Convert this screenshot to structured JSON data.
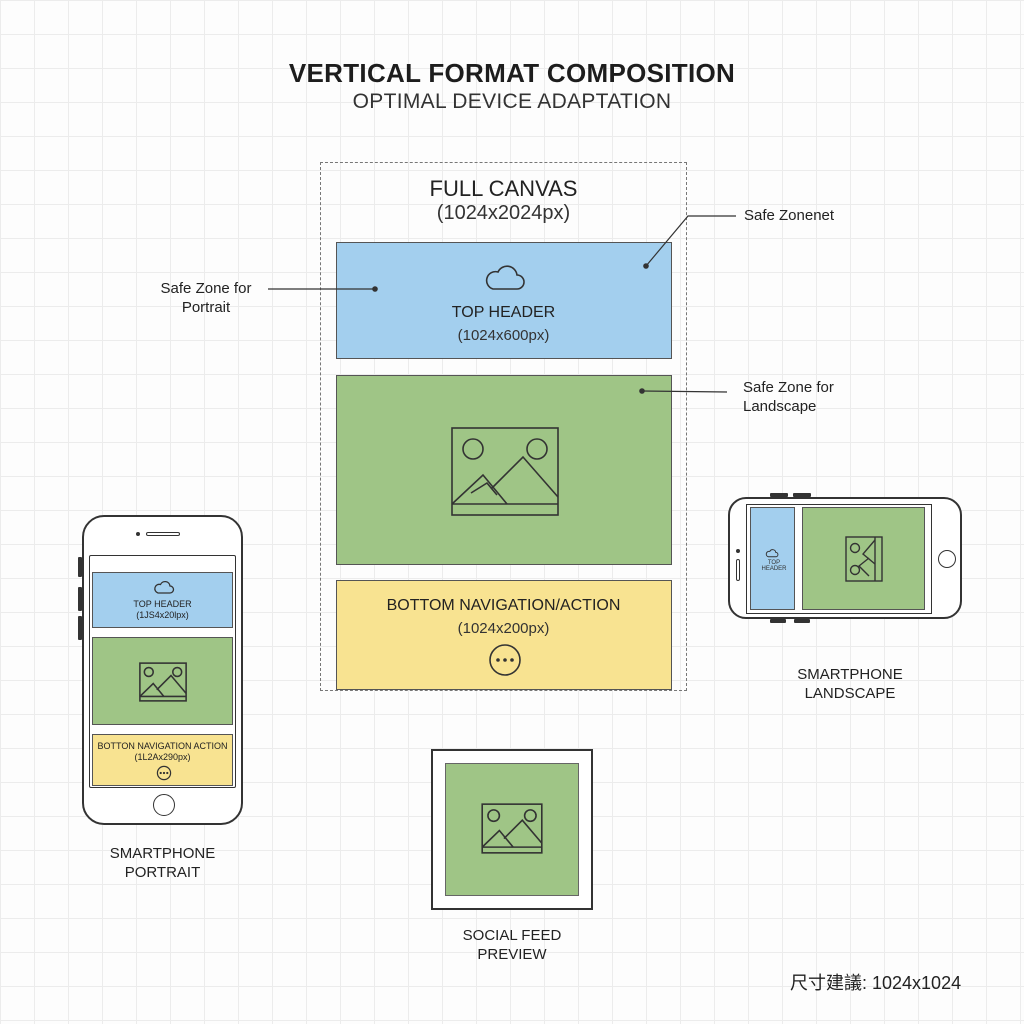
{
  "title": "VERTICAL FORMAT COMPOSITION",
  "subtitle": "OPTIMAL DEVICE ADAPTATION",
  "canvas": {
    "title": "FULL CANVAS",
    "size": "(1024x2024px)"
  },
  "zones": {
    "header": {
      "label": "TOP HEADER",
      "size": "(1024x600px)",
      "icon": "cloud-icon",
      "color": "#a3cfee"
    },
    "content": {
      "icon": "image-placeholder-icon",
      "color": "#9fc586"
    },
    "bottom": {
      "label": "BOTTOM NAVIGATION/ACTION",
      "size": "(1024x200px)",
      "icon": "more-options-icon",
      "color": "#f8e391"
    }
  },
  "annotations": {
    "portrait": [
      "Safe Zone for",
      "Portrait"
    ],
    "net": "Safe Zonenet",
    "landscape": [
      "Safe Zone for",
      "Landscape"
    ]
  },
  "devices": {
    "portrait": {
      "caption": [
        "SMARTPHONE",
        "PORTRAIT"
      ],
      "header_label": "TOP HEADER",
      "header_size": "(1JS4x20lpx)",
      "bottom_label": "BOTTON NAVIGATION ACTION",
      "bottom_size": "(1L2Ax290px)"
    },
    "landscape": {
      "caption": [
        "SMARTPHONE",
        "LANDSCAPE"
      ],
      "header_label": "TOP HEADER"
    },
    "social": {
      "caption": [
        "SOCIAL FEED",
        "PREVIEW"
      ]
    }
  },
  "dimensions_note": "尺寸建議: 1024x1024"
}
